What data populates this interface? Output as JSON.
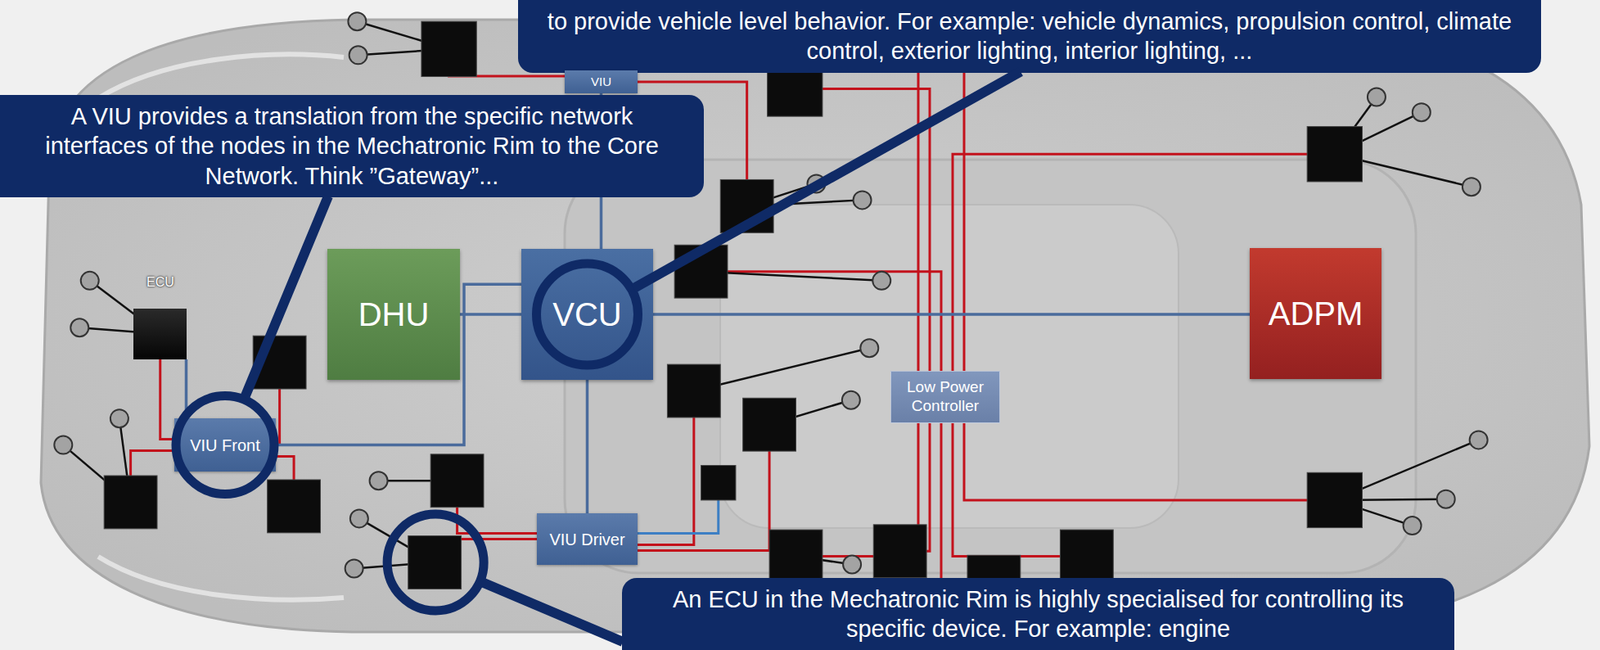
{
  "diagram": {
    "nodes": [
      {
        "text": [
          "to provide vehicle level behavior. For example: vehicle dynamics, propulsion control, climate control, exterior lighting, interior lighting, ..."
        ]
      },
      {
        "text": [
          "VIU"
        ]
      },
      {
        "text": [
          "A VIU provides a translation from the specific network interfaces of the nodes in the Mechatronic Rim to the Core Network. Think ”Gateway”..."
        ]
      },
      {
        "text": [
          "ECU"
        ]
      },
      {
        "text": [
          "DHU"
        ]
      },
      {
        "text": [
          "VCU"
        ]
      },
      {
        "text": [
          "ADPM"
        ]
      },
      {
        "text": [
          "Low Power Controller"
        ]
      },
      {
        "text": [
          "VIU Front"
        ]
      },
      {
        "text": [
          "VIU Driver"
        ]
      },
      {
        "text": [
          "An ECU in the Mechatronic Rim is highly specialised for controlling its specific device. For example: engine"
        ]
      }
    ],
    "edges": [
      {
        "from": 4,
        "to": 5,
        "arrow": "none"
      },
      {
        "from": 5,
        "to": 6,
        "arrow": "none"
      },
      {
        "from": 5,
        "to": 8,
        "arrow": "none"
      },
      {
        "from": 5,
        "to": 9,
        "arrow": "none"
      },
      {
        "from": 5,
        "to": 1,
        "arrow": "none"
      },
      {
        "from": 8,
        "to": 3,
        "arrow": "none"
      }
    ]
  }
}
